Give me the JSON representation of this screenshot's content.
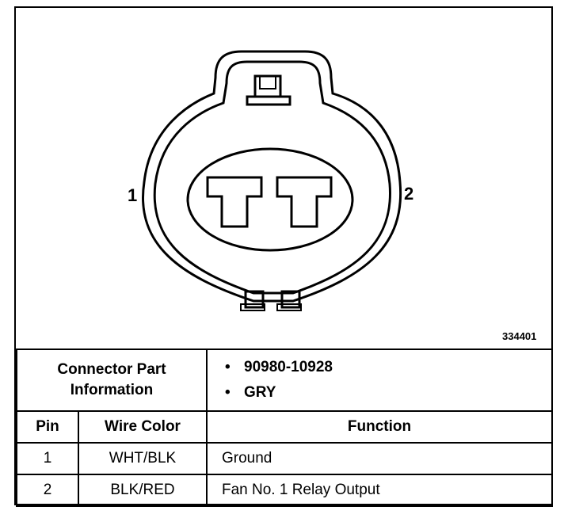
{
  "pins": {
    "left_label": "1",
    "right_label": "2"
  },
  "figure_number": "334401",
  "connector_info": {
    "label_line1": "Connector Part",
    "label_line2": "Information",
    "part_number": "90980-10928",
    "color": "GRY"
  },
  "table": {
    "headers": {
      "pin": "Pin",
      "wire_color": "Wire Color",
      "function": "Function"
    },
    "rows": [
      {
        "pin": "1",
        "wire_color": "WHT/BLK",
        "function": "Ground"
      },
      {
        "pin": "2",
        "wire_color": "BLK/RED",
        "function": "Fan No. 1 Relay Output"
      }
    ]
  }
}
